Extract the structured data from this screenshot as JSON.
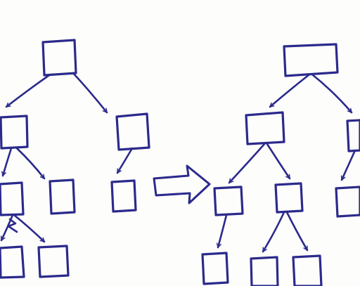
{
  "diagram": {
    "kind": "hand-drawn tree restructuring sketch",
    "ink_color": "#2b2a8c",
    "paper_color": "#ffffff",
    "left_tree": {
      "nodes": [
        "root",
        "child-left",
        "child-right",
        "grandchild-1",
        "grandchild-2",
        "grandchild-3",
        "great-grandchild-1",
        "great-grandchild-2"
      ],
      "edges": [
        [
          "root",
          "child-left"
        ],
        [
          "root",
          "child-right"
        ],
        [
          "child-left",
          "grandchild-1"
        ],
        [
          "child-left",
          "grandchild-2"
        ],
        [
          "child-right",
          "grandchild-3"
        ],
        [
          "grandchild-1",
          "great-grandchild-1"
        ],
        [
          "grandchild-1",
          "great-grandchild-2"
        ]
      ]
    },
    "transform_arrow": {
      "direction": "right",
      "meaning": "transforms-into"
    },
    "right_tree": {
      "nodes": [
        "root",
        "child-left",
        "child-right",
        "grandchild-1",
        "grandchild-2",
        "grandchild-3",
        "great-grandchild-1",
        "great-grandchild-2",
        "great-grandchild-3"
      ],
      "edges": [
        [
          "root",
          "child-left"
        ],
        [
          "root",
          "child-right"
        ],
        [
          "child-left",
          "grandchild-1"
        ],
        [
          "child-left",
          "grandchild-2"
        ],
        [
          "child-right",
          "grandchild-3"
        ],
        [
          "grandchild-1",
          "great-grandchild-1"
        ],
        [
          "grandchild-2",
          "great-grandchild-2"
        ],
        [
          "grandchild-2",
          "great-grandchild-3"
        ]
      ]
    }
  }
}
